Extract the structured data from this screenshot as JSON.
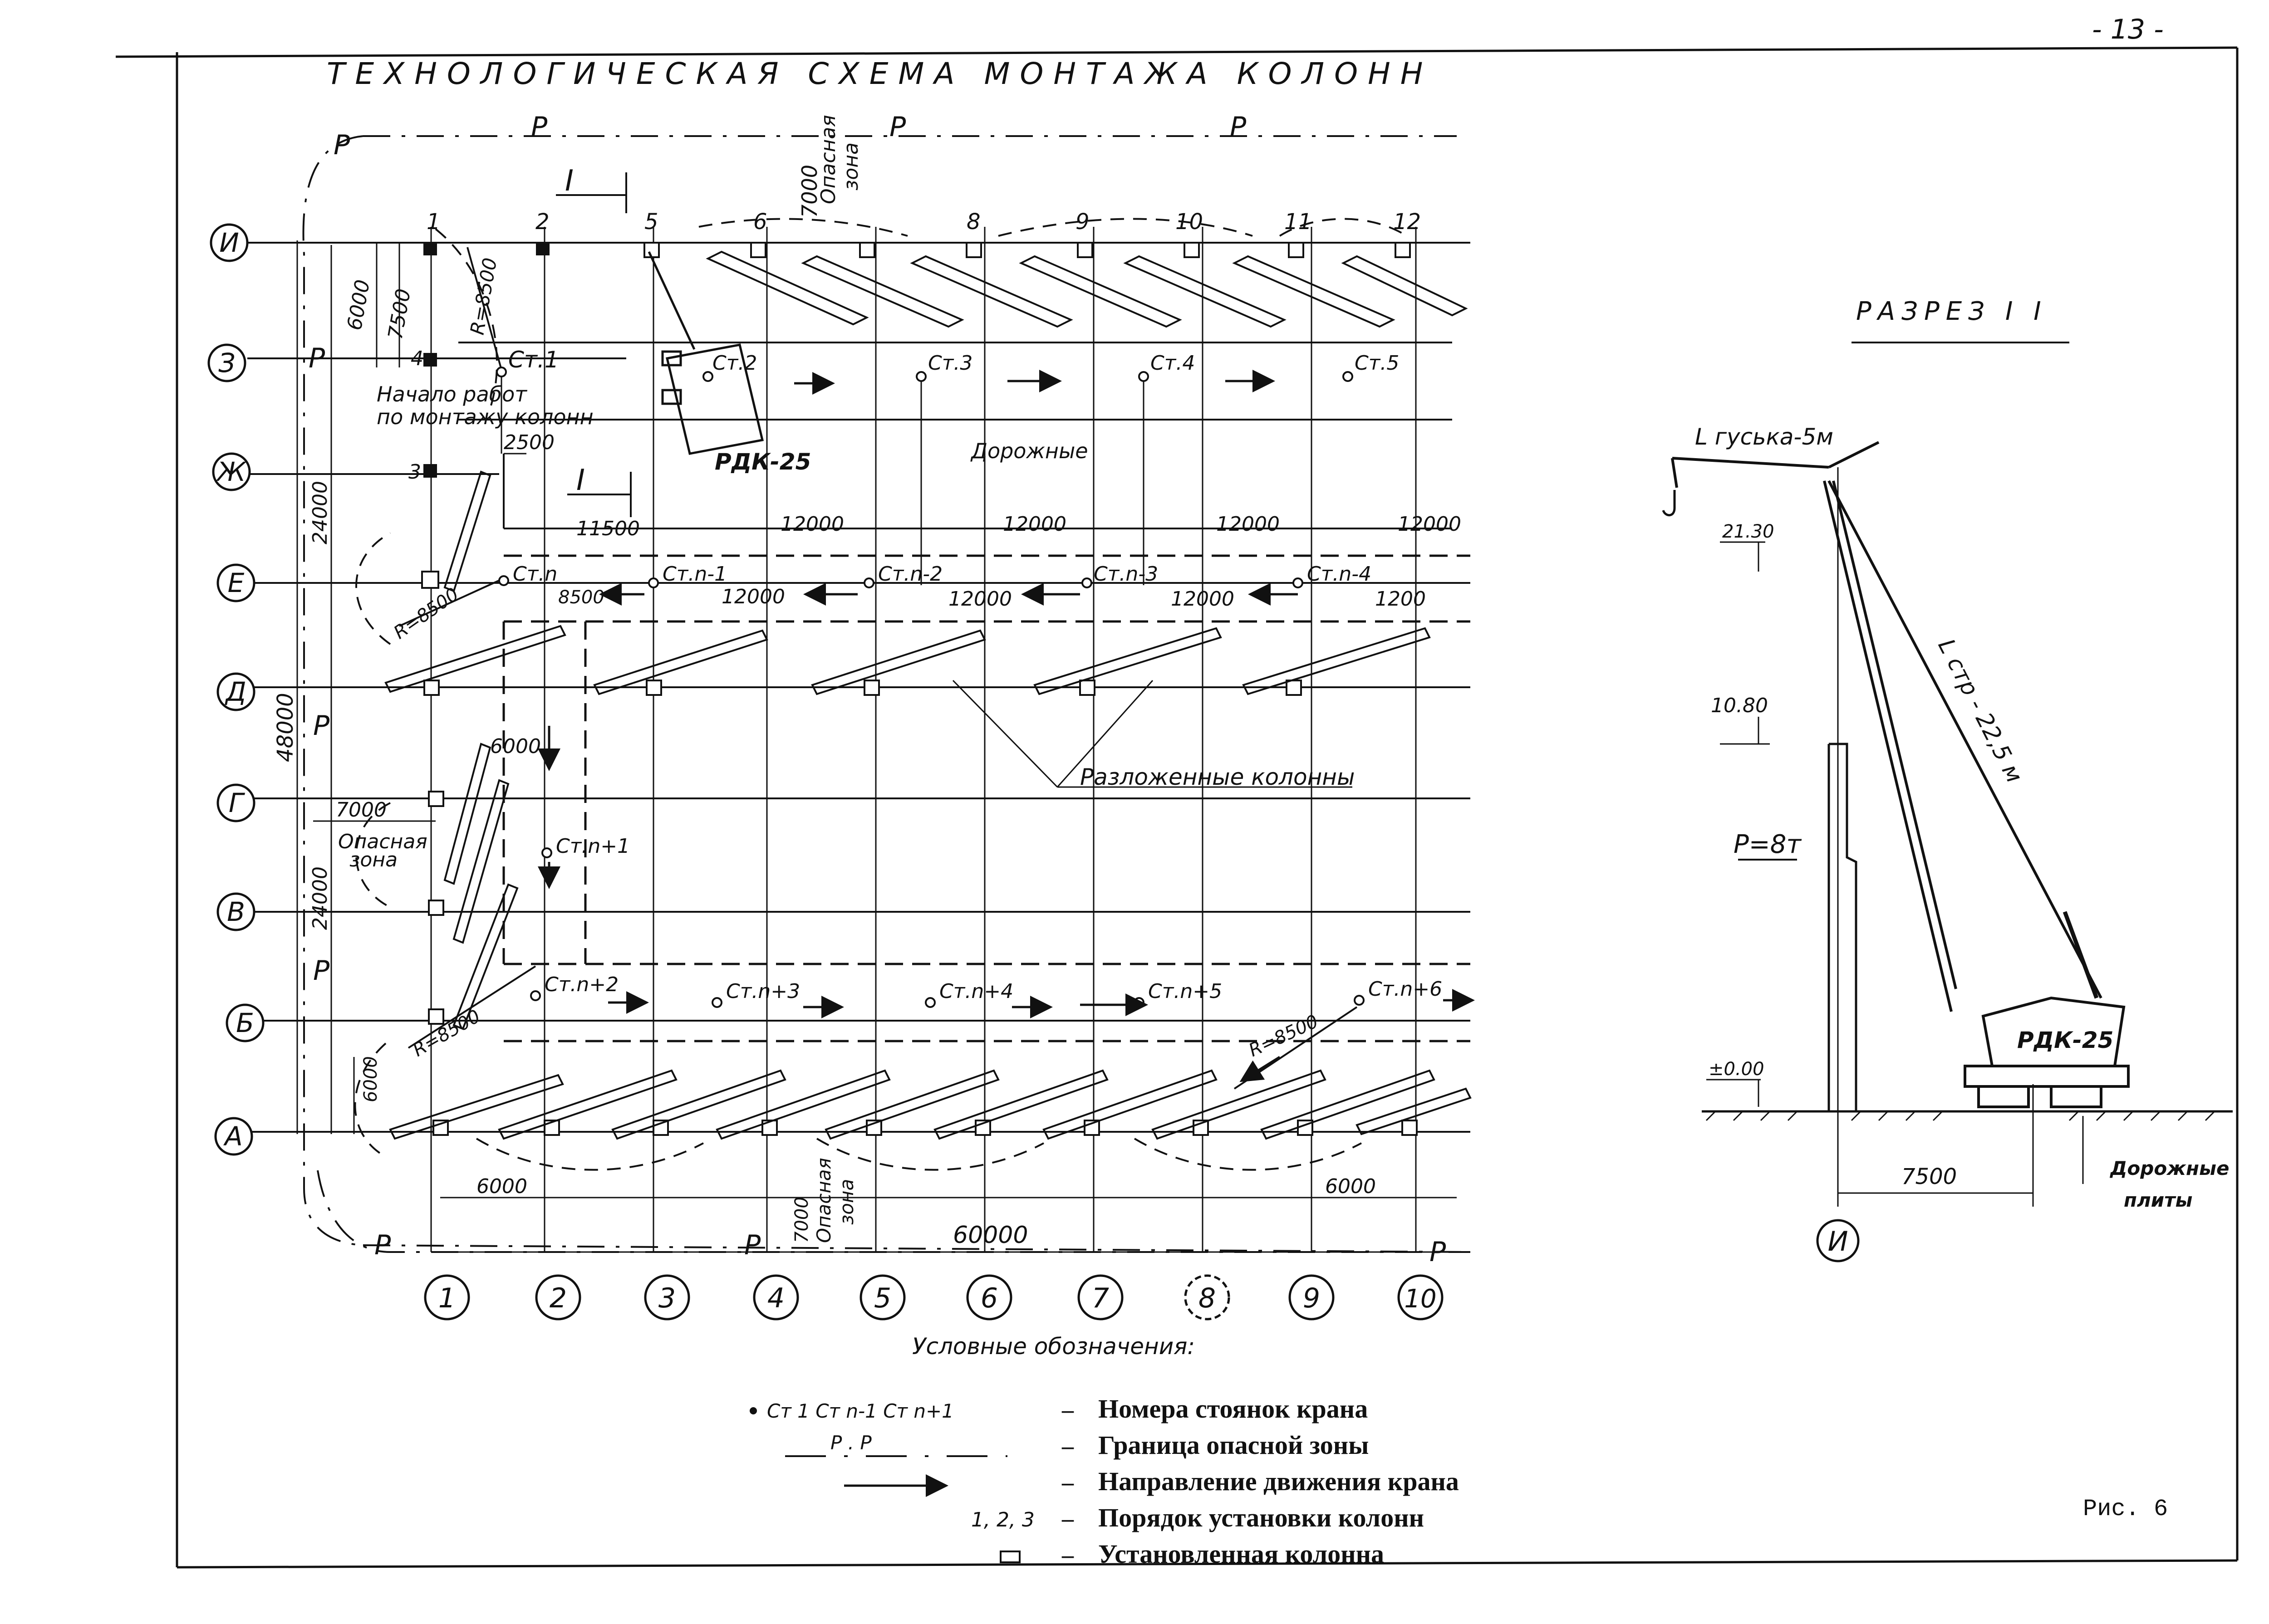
{
  "page_number": "- 13 -",
  "title": "ТЕХНОЛОГИЧЕСКАЯ СХЕМА МОНТАЖА КОЛОНН",
  "section_title": "РАЗРЕЗ I I",
  "figure_label": "Рис. 6",
  "section_mark": "I",
  "row_axes": [
    "И",
    "З",
    "Ж",
    "Е",
    "Д",
    "Г",
    "В",
    "Б",
    "А"
  ],
  "bottom_axes": [
    "1",
    "2",
    "3",
    "4",
    "5",
    "6",
    "7",
    "8",
    "9",
    "10"
  ],
  "top_axes": [
    "1",
    "2",
    "5",
    "6",
    "8",
    "9",
    "10",
    "11",
    "12"
  ],
  "column_order": [
    "4",
    "3"
  ],
  "hazard_mark": "Р",
  "stations_top": [
    "Ст.1",
    "Ст.2",
    "Ст.3",
    "Ст.4",
    "Ст.5"
  ],
  "stations_mid": [
    "Ст.n",
    "Ст.n-1",
    "Ст.n-2",
    "Ст.n-3",
    "Ст.n-4"
  ],
  "station_left": "Ст.n+1",
  "stations_bot": [
    "Ст.n+2",
    "Ст.n+3",
    "Ст.n+4",
    "Ст.n+5",
    "Ст.n+6"
  ],
  "dimensions": {
    "d7000_top": "7000",
    "d6000_left": "6000",
    "d7500": "7500",
    "r8500_top": "R=8500",
    "d2500": "2500",
    "d24000_upper": "24000",
    "d48000": "48000",
    "d11500": "11500",
    "d12000_a": "12000",
    "d12000_b": "12000",
    "d12000_c": "12000",
    "d12000_d": "12000",
    "d8500": "8500",
    "r8500_left": "R=8500",
    "d12000_e": "12000",
    "d12000_f": "12000",
    "d12000_g": "12000",
    "d12000_h": "1200",
    "d6000_mid": "6000",
    "d7000_left": "7000",
    "d24000_lower": "24000",
    "r8500_bot": "R=8500",
    "r8500_right": "R=8500",
    "d6000_bl": "6000",
    "d6000_b1": "6000",
    "d6000_b2": "6000",
    "d60000": "60000",
    "d7000_bot": "7000"
  },
  "labels": {
    "start_work": "Начало работ",
    "start_work2": "по монтажу колонн",
    "crane_plan": "РДК-25",
    "road_plates": "Дорожные",
    "road_plates2": "плиты",
    "laid_columns": "Разложенные колонны",
    "danger_zone_1": "Опасная",
    "danger_zone_2": "зона"
  },
  "section": {
    "jib": "L гуська-5м",
    "boom": "L стр - 22,5 м",
    "load": "Р=8т",
    "crane": "РДК-25",
    "elev_top": "21.30",
    "elev_mid": "10.80",
    "elev_zero": "±0.00",
    "span": "7500",
    "road_plates_1": "Дорожные",
    "road_plates_2": "плиты",
    "axis": "И"
  },
  "legend": {
    "heading": "Условные обозначения:",
    "items": [
      {
        "symbol": "Ст 1   Ст n-1   Ст n+1",
        "text": "Номера стоянок крана"
      },
      {
        "symbol": "Р  .  Р",
        "text": "Граница опасной зоны"
      },
      {
        "symbol": "",
        "text": "Направление движения крана"
      },
      {
        "symbol": "1, 2, 3",
        "text": "Порядок установки колонн"
      },
      {
        "symbol": "",
        "text": "Установленная колонна"
      }
    ]
  }
}
